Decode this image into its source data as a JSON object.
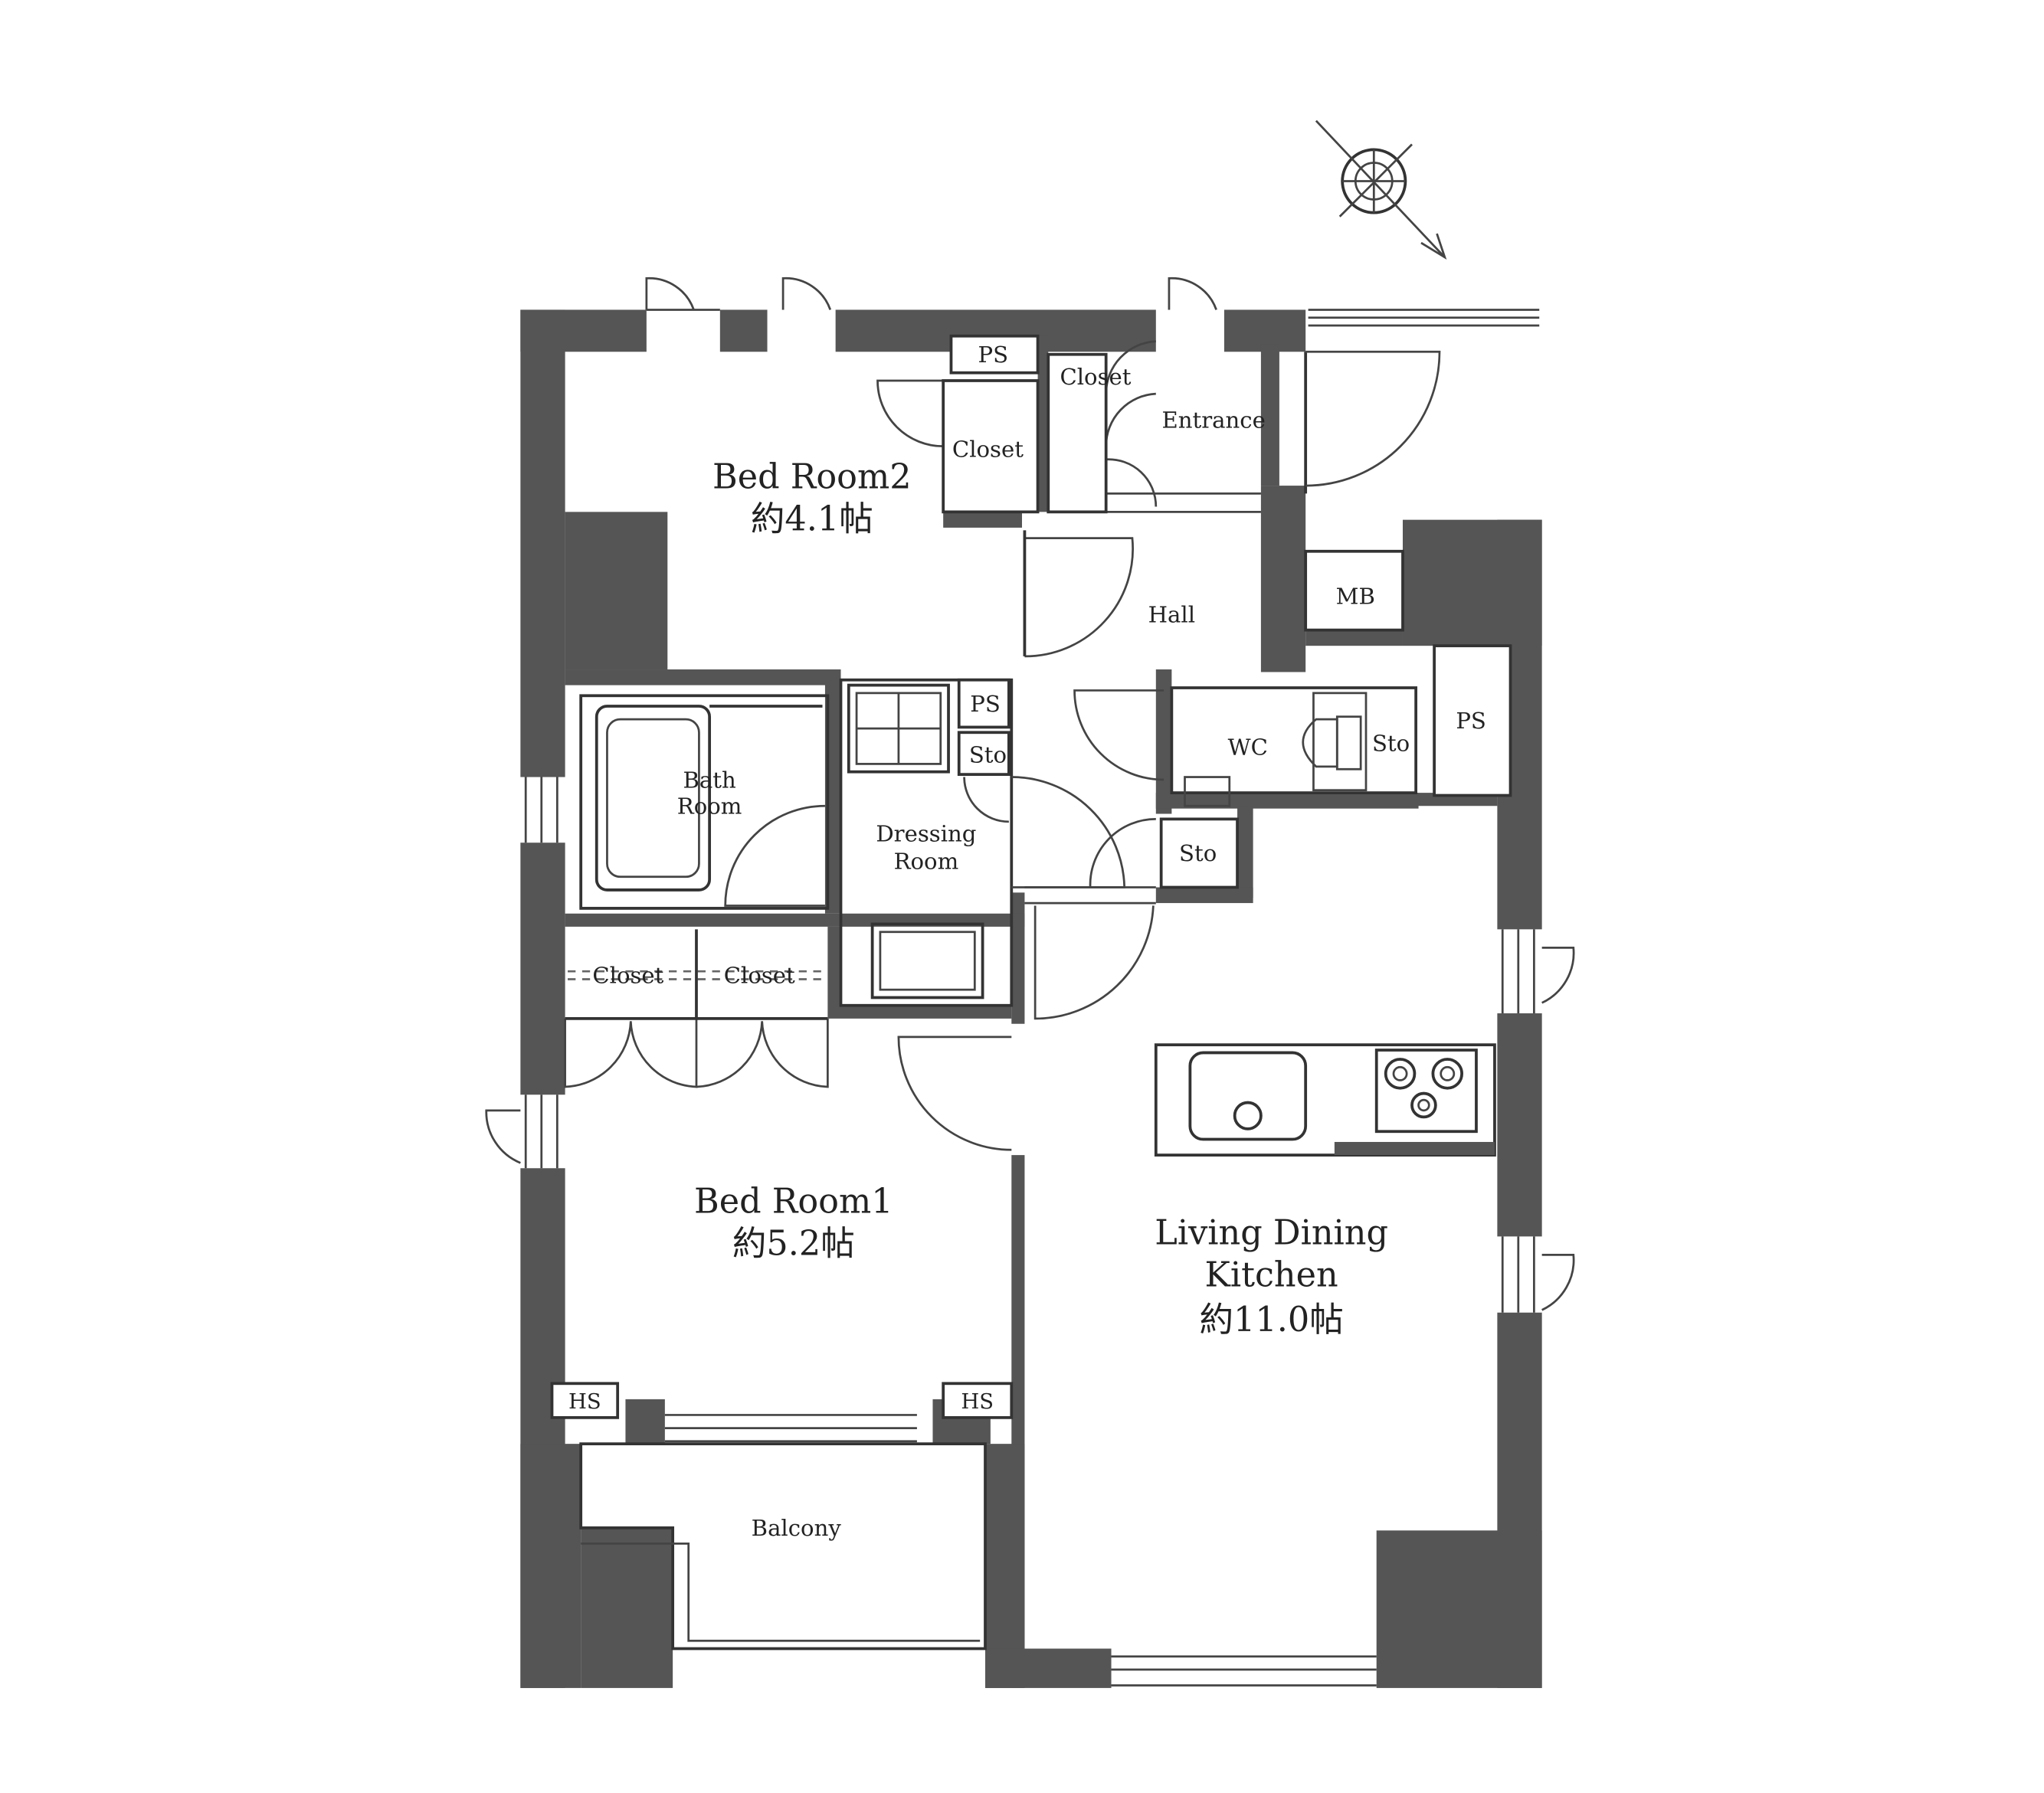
{
  "rooms": {
    "bedroom2": {
      "name": "Bed Room2",
      "area": "約4.1帖"
    },
    "bedroom1": {
      "name": "Bed Room1",
      "area": "約5.2帖"
    },
    "ldk": {
      "name_line1": "Living Dining",
      "name_line2": "Kitchen",
      "area": "約11.0帖"
    },
    "bath": {
      "line1": "Bath",
      "line2": "Room"
    },
    "dressing": {
      "line1": "Dressing",
      "line2": "Room"
    },
    "entrance": "Entrance",
    "hall": "Hall",
    "wc": "WC",
    "balcony": "Balcony"
  },
  "labels": {
    "ps": "PS",
    "mb": "MB",
    "sto": "Sto",
    "closet": "Closet",
    "hs": "HS"
  },
  "colors": {
    "wall": "#555555",
    "line": "#333333",
    "background": "#ffffff"
  }
}
